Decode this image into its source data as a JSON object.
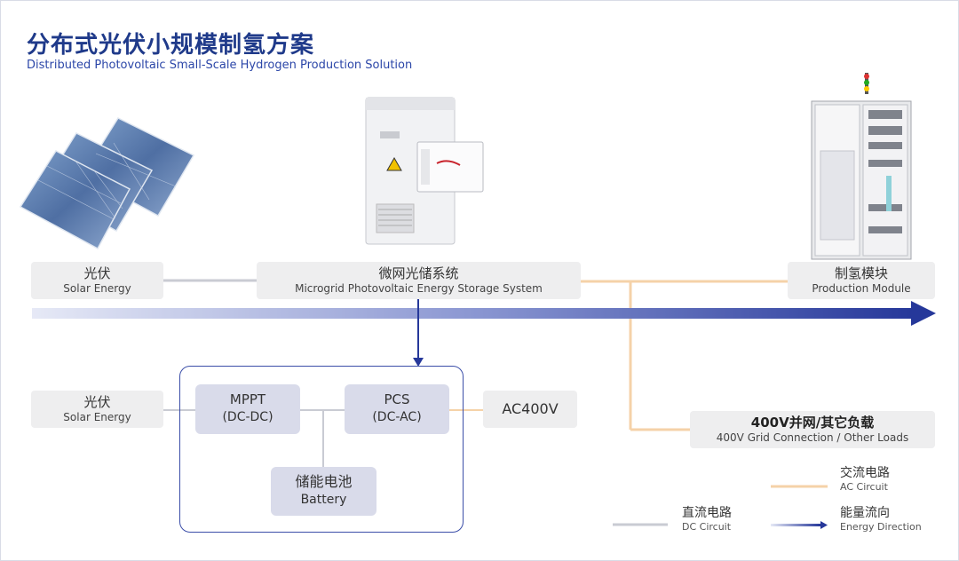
{
  "header": {
    "title": "分布式光伏小规模制氢方案",
    "subtitle": "Distributed Photovoltaic Small-Scale Hydrogen Production Solution"
  },
  "top_row": {
    "solar": {
      "cn": "光伏",
      "en": "Solar Energy"
    },
    "microgrid": {
      "cn": "微网光储系统",
      "en": "Microgrid Photovoltaic Energy Storage System"
    },
    "production": {
      "cn": "制氢模块",
      "en": "Production Module"
    }
  },
  "bottom": {
    "solar": {
      "cn": "光伏",
      "en": "Solar Energy"
    },
    "mppt": {
      "l1": "MPPT",
      "l2": "(DC-DC)"
    },
    "pcs": {
      "l1": "PCS",
      "l2": "(DC-AC)"
    },
    "battery": {
      "l1": "储能电池",
      "l2": "Battery"
    },
    "ac400": "AC400V",
    "grid": {
      "cn": "400V并网/其它负载",
      "en": "400V Grid Connection / Other Loads"
    }
  },
  "legend": {
    "ac": {
      "cn": "交流电路",
      "en": "AC Circuit"
    },
    "dc": {
      "cn": "直流电路",
      "en": "DC Circuit"
    },
    "energy": {
      "cn": "能量流向",
      "en": "Energy Direction"
    }
  },
  "colors": {
    "title": "#1f3a8a",
    "ac_line": "#f5d2a8",
    "dc_line": "#c9cbd3",
    "arrow": "#26389a",
    "box_fill": "#d9dbea",
    "label_fill": "#eeeeef"
  },
  "images": {
    "solar_panel": "solar-panel-illustration",
    "storage_cabinet": "storage-cabinet-illustration",
    "production_cabinet": "hydrogen-production-cabinet-illustration"
  }
}
